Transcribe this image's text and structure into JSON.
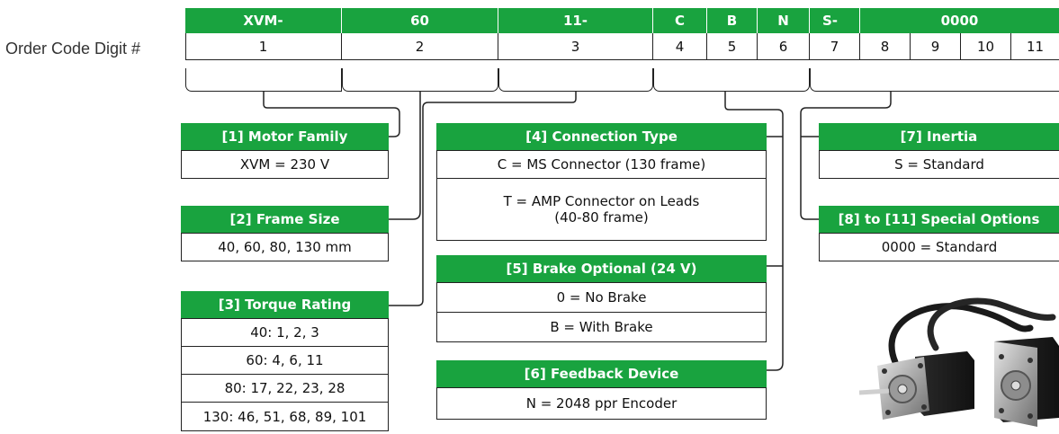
{
  "order_code_label": "Order Code Digit #",
  "code_segments": [
    "XVM-",
    "60",
    "11-",
    "C",
    "B",
    "N",
    "S-",
    "0000"
  ],
  "digits": [
    "1",
    "2",
    "3",
    "4",
    "5",
    "6",
    "7",
    "8",
    "9",
    "10",
    "11"
  ],
  "boxes": {
    "motor_family": {
      "title": "[1] Motor Family",
      "rows": [
        "XVM = 230 V"
      ]
    },
    "frame_size": {
      "title": "[2] Frame Size",
      "rows": [
        "40, 60, 80, 130 mm"
      ]
    },
    "torque_rating": {
      "title": "[3] Torque Rating",
      "rows": [
        "40: 1, 2, 3",
        "60: 4, 6, 11",
        "80: 17, 22, 23, 28",
        "130: 46, 51, 68, 89, 101"
      ]
    },
    "connection_type": {
      "title": "[4] Connection Type",
      "rows": [
        "C = MS Connector (130 frame)",
        "T = AMP Connector on Leads",
        "(40-80 frame)"
      ]
    },
    "brake_optional": {
      "title": "[5] Brake Optional (24 V)",
      "rows": [
        "0 = No Brake",
        "B = With Brake"
      ]
    },
    "feedback_device": {
      "title": "[6] Feedback Device",
      "rows": [
        "N = 2048 ppr Encoder"
      ]
    },
    "inertia": {
      "title": "[7] Inertia",
      "rows": [
        "S = Standard"
      ]
    },
    "special_options": {
      "title": "[8] to [11] Special Options",
      "rows": [
        "0000 = Standard"
      ]
    }
  },
  "colors": {
    "header_green": "#19a33f",
    "line": "#222222"
  }
}
